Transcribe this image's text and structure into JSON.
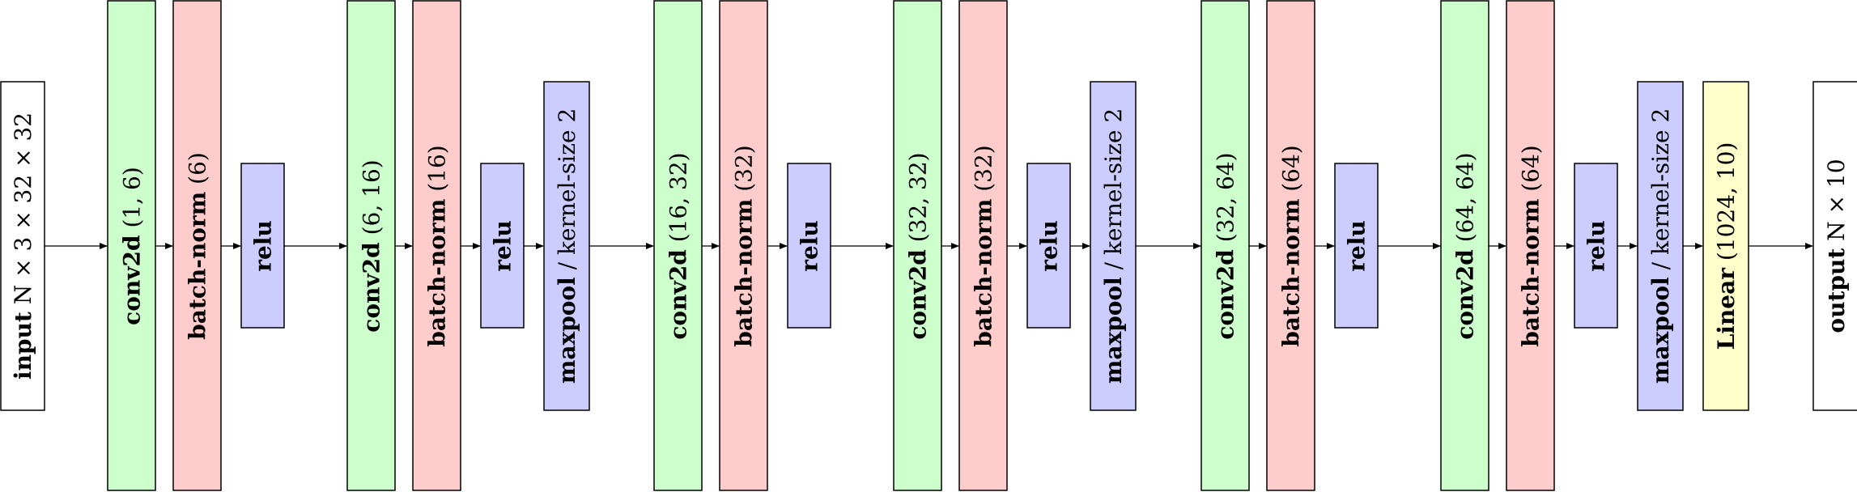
{
  "diagram": {
    "colors": {
      "conv": "#ccffcc",
      "norm": "#ffcccc",
      "act": "#ccccff",
      "linear": "#ffffcc",
      "io": "#ffffff",
      "stroke": "#000000"
    },
    "blocks": [
      {
        "id": "input",
        "kind": "io",
        "size": "m",
        "bold": "input",
        "rest": " N × 3 × 32 × 32"
      },
      {
        "id": "conv1",
        "kind": "conv",
        "size": "l",
        "bold": "conv2d",
        "rest": " (1, 6)"
      },
      {
        "id": "bn1",
        "kind": "norm",
        "size": "l",
        "bold": "batch-norm",
        "rest": " (6)"
      },
      {
        "id": "relu1",
        "kind": "act",
        "size": "s",
        "bold": "relu",
        "rest": ""
      },
      {
        "id": "conv2",
        "kind": "conv",
        "size": "l",
        "bold": "conv2d",
        "rest": " (6, 16)"
      },
      {
        "id": "bn2",
        "kind": "norm",
        "size": "l",
        "bold": "batch-norm",
        "rest": " (16)"
      },
      {
        "id": "relu2",
        "kind": "act",
        "size": "s",
        "bold": "relu",
        "rest": ""
      },
      {
        "id": "pool1",
        "kind": "act",
        "size": "m",
        "bold": "maxpool",
        "rest": " / kernel-size 2"
      },
      {
        "id": "conv3",
        "kind": "conv",
        "size": "l",
        "bold": "conv2d",
        "rest": " (16, 32)"
      },
      {
        "id": "bn3",
        "kind": "norm",
        "size": "l",
        "bold": "batch-norm",
        "rest": " (32)"
      },
      {
        "id": "relu3",
        "kind": "act",
        "size": "s",
        "bold": "relu",
        "rest": ""
      },
      {
        "id": "conv4",
        "kind": "conv",
        "size": "l",
        "bold": "conv2d",
        "rest": " (32, 32)"
      },
      {
        "id": "bn4",
        "kind": "norm",
        "size": "l",
        "bold": "batch-norm",
        "rest": " (32)"
      },
      {
        "id": "relu4",
        "kind": "act",
        "size": "s",
        "bold": "relu",
        "rest": ""
      },
      {
        "id": "pool2",
        "kind": "act",
        "size": "m",
        "bold": "maxpool",
        "rest": " / kernel-size 2"
      },
      {
        "id": "conv5",
        "kind": "conv",
        "size": "l",
        "bold": "conv2d",
        "rest": " (32, 64)"
      },
      {
        "id": "bn5",
        "kind": "norm",
        "size": "l",
        "bold": "batch-norm",
        "rest": " (64)"
      },
      {
        "id": "relu5",
        "kind": "act",
        "size": "s",
        "bold": "relu",
        "rest": ""
      },
      {
        "id": "conv6",
        "kind": "conv",
        "size": "l",
        "bold": "conv2d",
        "rest": " (64, 64)"
      },
      {
        "id": "bn6",
        "kind": "norm",
        "size": "l",
        "bold": "batch-norm",
        "rest": " (64)"
      },
      {
        "id": "relu6",
        "kind": "act",
        "size": "s",
        "bold": "relu",
        "rest": ""
      },
      {
        "id": "pool3",
        "kind": "act",
        "size": "m",
        "bold": "maxpool",
        "rest": " / kernel-size 2"
      },
      {
        "id": "linear",
        "kind": "linear",
        "size": "m",
        "bold": "Linear",
        "rest": " (1024, 10)"
      },
      {
        "id": "output",
        "kind": "io",
        "size": "m",
        "bold": "output",
        "rest": " N × 10"
      }
    ]
  }
}
